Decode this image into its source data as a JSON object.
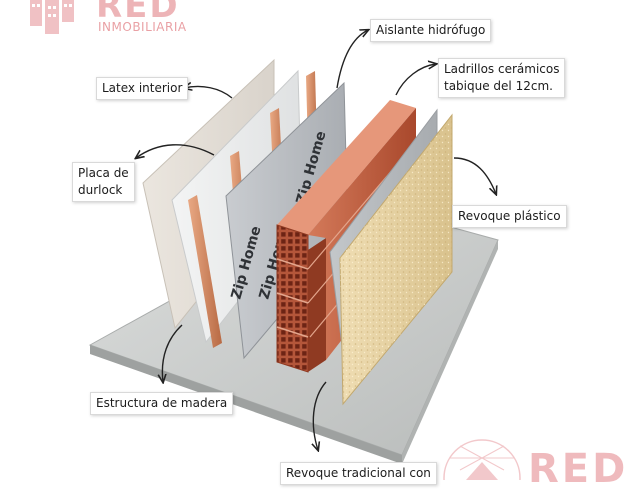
{
  "brand": {
    "name": "RED",
    "tagline": "INMOBILIARIA",
    "color": "#e0787e"
  },
  "panels": {
    "zip_text": "Zip Home"
  },
  "callouts": {
    "aislante": "Aislante hidrófugo",
    "ladrillos_line1": "Ladrillos cerámicos",
    "ladrillos_line2": "tabique del 12cm.",
    "latex": "Latex interior",
    "durlock_line1": "Placa de",
    "durlock_line2": "durlock",
    "revoque_plastico": "Revoque plástico",
    "estructura": "Estructura de madera",
    "revoque_tradicional": "Revoque tradicional con"
  }
}
